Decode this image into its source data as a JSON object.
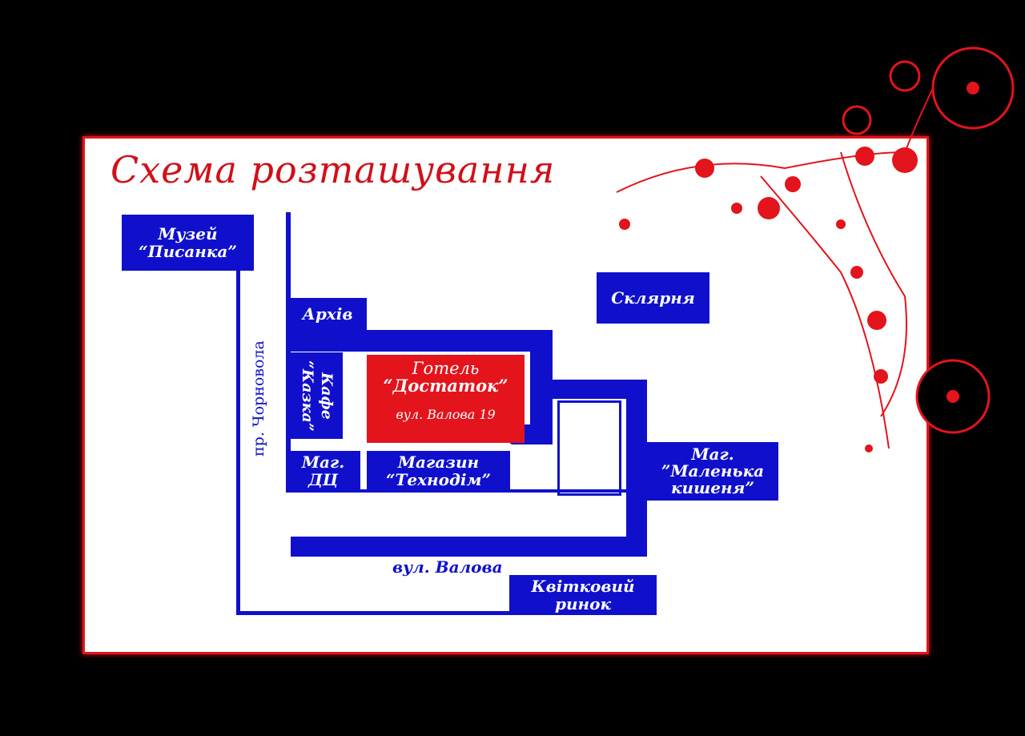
{
  "title": "Схема розташування",
  "places": {
    "museum": [
      "Музей",
      "“Писанка”"
    ],
    "archive": "Архів",
    "cafe": "Кафе “Казка”",
    "hotel": {
      "name": [
        "Готель",
        "“Достаток”"
      ],
      "address": "вул. Валова 19"
    },
    "mag_dc": [
      "Маг.",
      "ДЦ"
    ],
    "technodim": [
      "Магазин",
      "“Технодім”"
    ],
    "sklyarnia": "Склярня",
    "malenka": [
      "Маг.",
      "”Маленька",
      "кишеня”"
    ],
    "market": [
      "Квітковий",
      "ринок"
    ]
  },
  "streets": {
    "chornovola": "пр. Чорновола",
    "valova": "вул. Валова"
  },
  "colors": {
    "road": "#1010cc",
    "hotel": "#e3141c",
    "frame": "#e3141c"
  }
}
